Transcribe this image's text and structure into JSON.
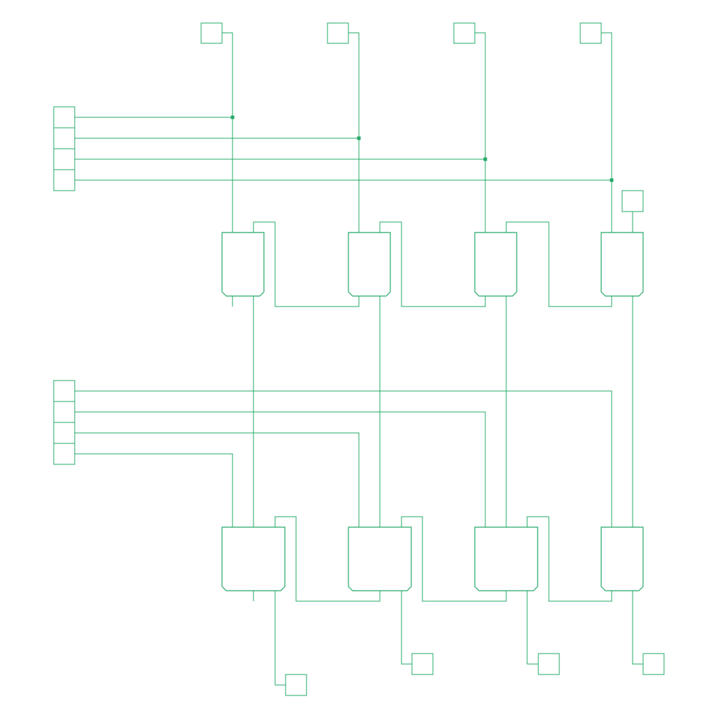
{
  "diagram": {
    "colors": {
      "line": "#22a866",
      "junction": "#22a866",
      "background": "#ffffff"
    },
    "components": {
      "top_inputs": 4,
      "multiplicand_bits": 4,
      "multiplier_bits": 4,
      "adder_rows": 2,
      "adders_per_row": 4,
      "carry_in_box": 1,
      "outputs": 4,
      "junctions": 4
    }
  }
}
